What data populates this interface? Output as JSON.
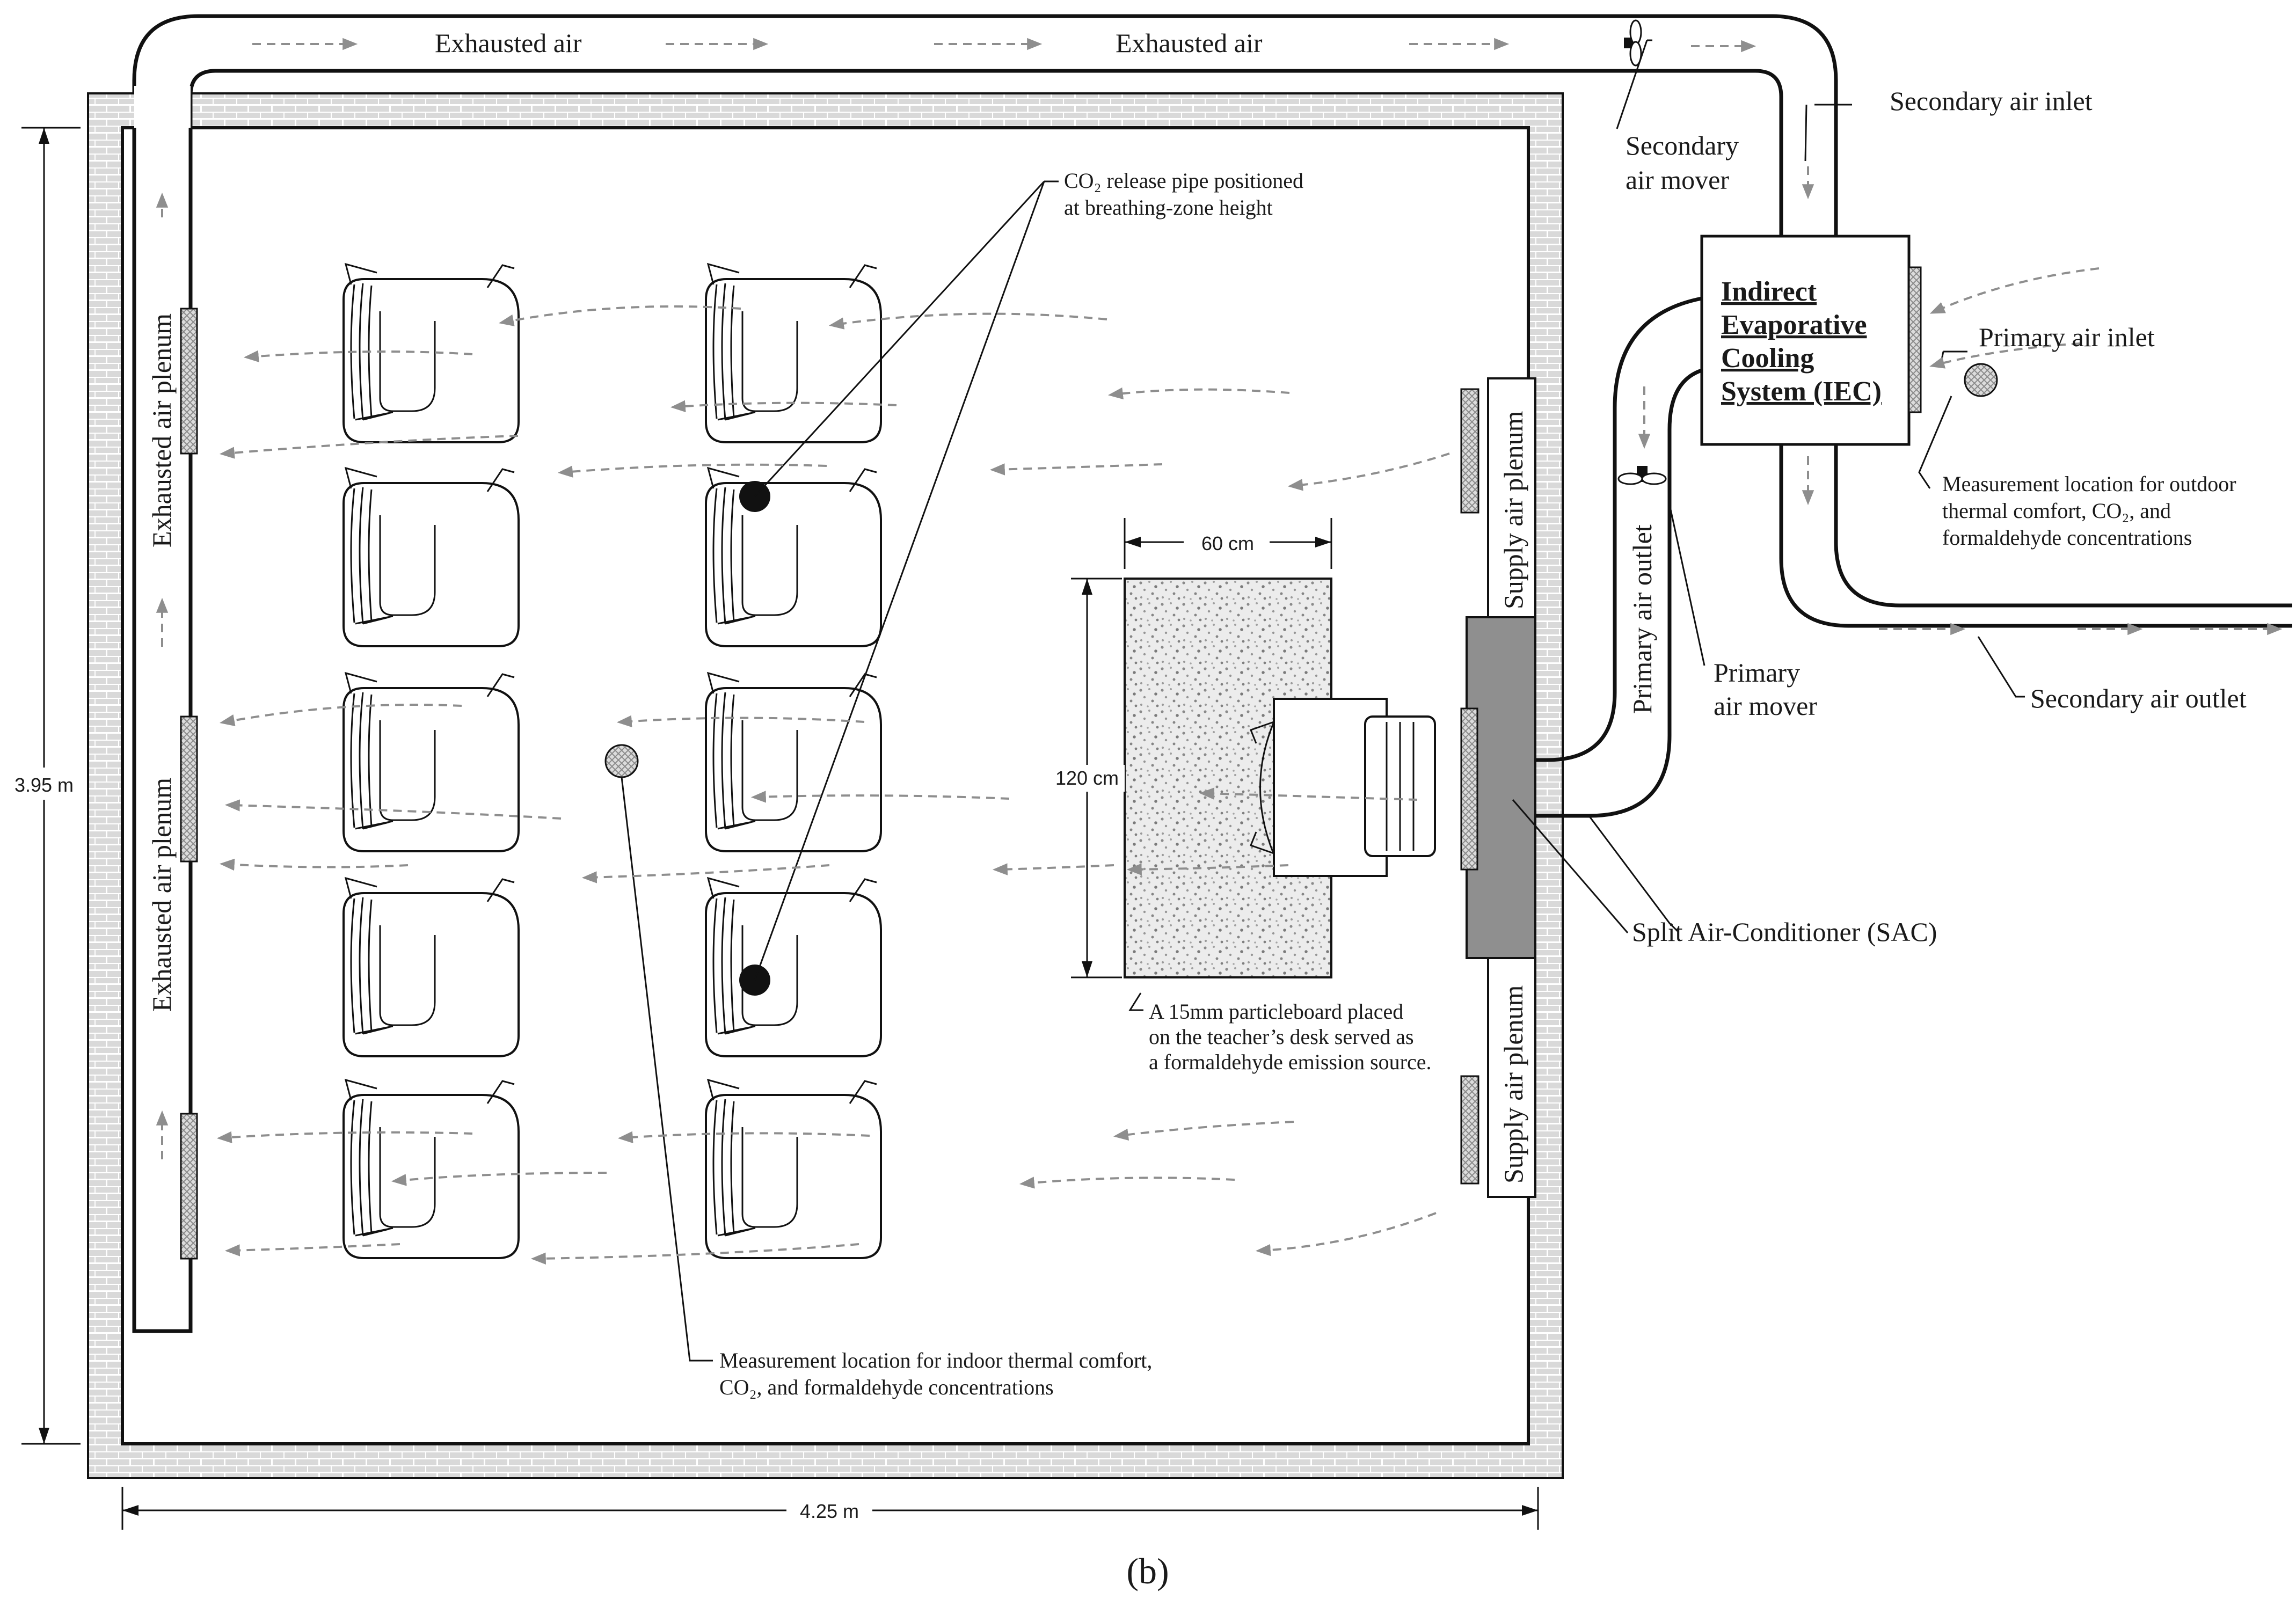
{
  "labels": {
    "exhausted_air_left": "Exhausted air",
    "exhausted_air_right": "Exhausted air",
    "secondary_air_inlet": "Secondary air inlet",
    "secondary_air_mover_1": "Secondary",
    "secondary_air_mover_2": "air mover",
    "iec_1": "Indirect",
    "iec_2": "Evaporative",
    "iec_3": "Cooling",
    "iec_4": "System (IEC)",
    "primary_air_inlet": "Primary air inlet",
    "outdoor_measure_1": "Measurement location for outdoor",
    "outdoor_measure_2": "thermal comfort, CO₂, and",
    "outdoor_measure_3": "formaldehyde concentrations",
    "secondary_air_outlet": "Secondary air outlet",
    "primary_air_outlet": "Primary air outlet",
    "primary_air_mover_1": "Primary",
    "primary_air_mover_2": "air mover",
    "supply_plenum_top": "Supply air plenum",
    "supply_plenum_bottom": "Supply air plenum",
    "sac": "Split Air-Conditioner (SAC)",
    "exhausted_plenum_top": "Exhausted air plenum",
    "exhausted_plenum_bottom": "Exhausted air plenum",
    "co2_pipe_1": "CO₂ release pipe positioned",
    "co2_pipe_2": "at breathing-zone height",
    "particleboard_1": "A 15mm particleboard placed",
    "particleboard_2": "on the teacher’s desk served as",
    "particleboard_3": "a formaldehyde emission source.",
    "indoor_measure_1": "Measurement location for indoor thermal comfort,",
    "indoor_measure_2": "CO₂, and formaldehyde concentrations",
    "dim_width_desk": "60 cm",
    "dim_length_desk": "120 cm",
    "dim_room_height": "3.95 m",
    "dim_room_width": "4.25 m",
    "caption": "(b)"
  },
  "colors": {
    "brick": "#d9d9d9",
    "sac_fill": "#8f8f8f",
    "airflow_arrow": "#8e8e8e",
    "measurement_point": "#c8c8c8"
  },
  "icons": [
    "fan-icon",
    "measurement-point-icon",
    "co2-pipe-icon",
    "chair-desk-icon"
  ]
}
